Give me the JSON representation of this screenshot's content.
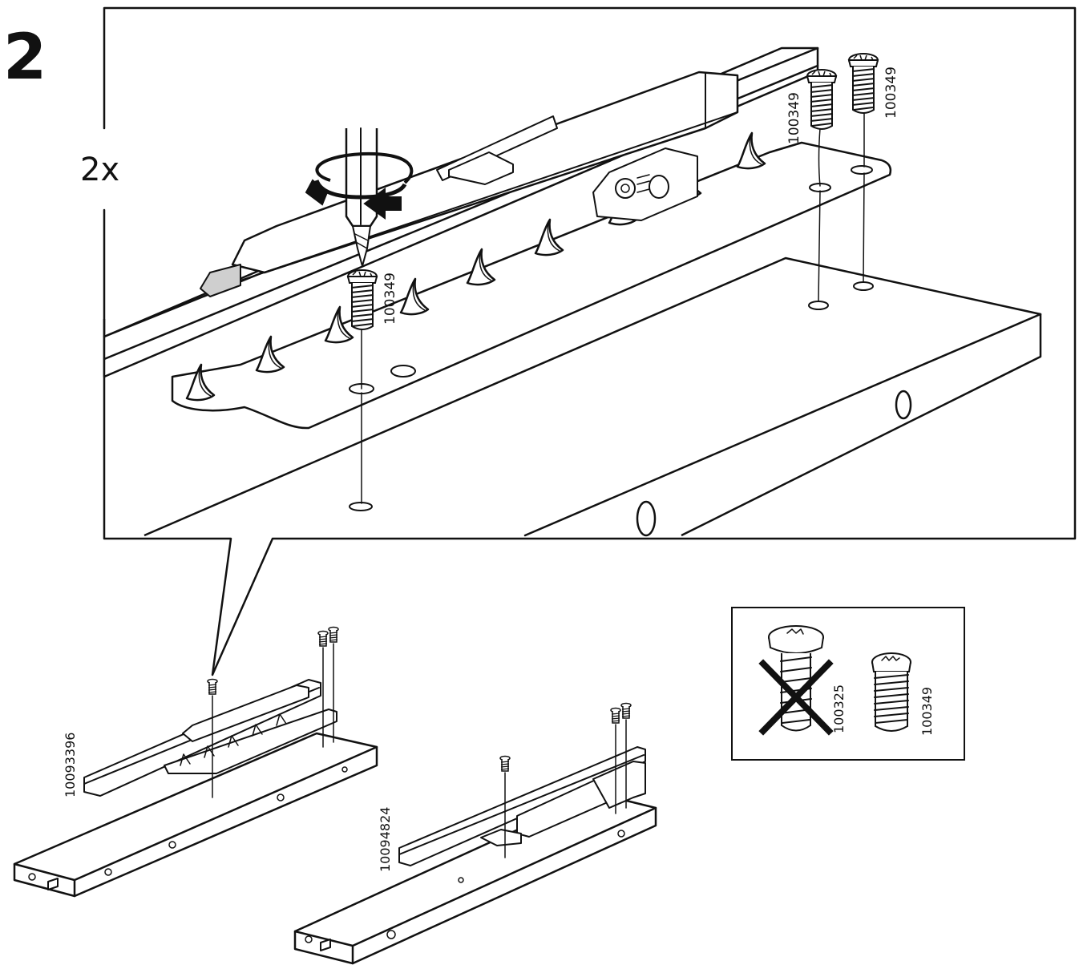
{
  "step": {
    "number": "2"
  },
  "detail": {
    "quantity": "2x"
  },
  "parts": {
    "screw_main": "100349",
    "screw_rear_a": "100349",
    "screw_rear_b": "100349",
    "rail_left": "10093396",
    "rail_right": "10094824"
  },
  "comparison": {
    "wrong_screw": "100325",
    "correct_screw": "100349"
  },
  "icons": {
    "screwdriver": "screwdriver-icon",
    "rotation": "rotation-arrow-icon",
    "wrong_mark": "x-mark-icon"
  },
  "colors": {
    "line": "#111111",
    "background": "#ffffff"
  }
}
